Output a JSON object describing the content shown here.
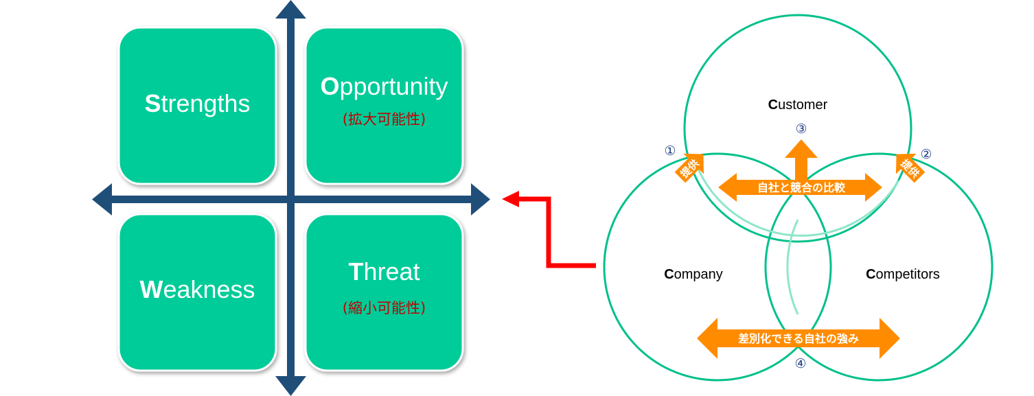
{
  "swot": {
    "strengths": {
      "first": "S",
      "rest": "trengths",
      "sub": ""
    },
    "opportunity": {
      "first": "O",
      "rest": "pportunity",
      "sub": "(拡大可能性)"
    },
    "weakness": {
      "first": "W",
      "rest": "eakness",
      "sub": ""
    },
    "threat": {
      "first": "T",
      "rest": "hreat",
      "sub": "(縮小可能性)"
    }
  },
  "three_c": {
    "customer": {
      "first": "C",
      "rest": "ustomer"
    },
    "company": {
      "first": "C",
      "rest": "ompany"
    },
    "competitors": {
      "first": "C",
      "rest": "ompetitors"
    }
  },
  "markers": {
    "one": "①",
    "two": "②",
    "three": "③",
    "four": "④"
  },
  "arrows": {
    "provide_left": "提供",
    "provide_right": "提供",
    "compare": "自社と競合の比較",
    "differentiate": "差別化できる自社の強み"
  },
  "colors": {
    "box_fill": "#00cc99",
    "axis": "#1f4e79",
    "circle": "#00c08b",
    "orange": "#ff8c00",
    "red_arrow": "#ff0000",
    "sub_text": "#c00000"
  }
}
